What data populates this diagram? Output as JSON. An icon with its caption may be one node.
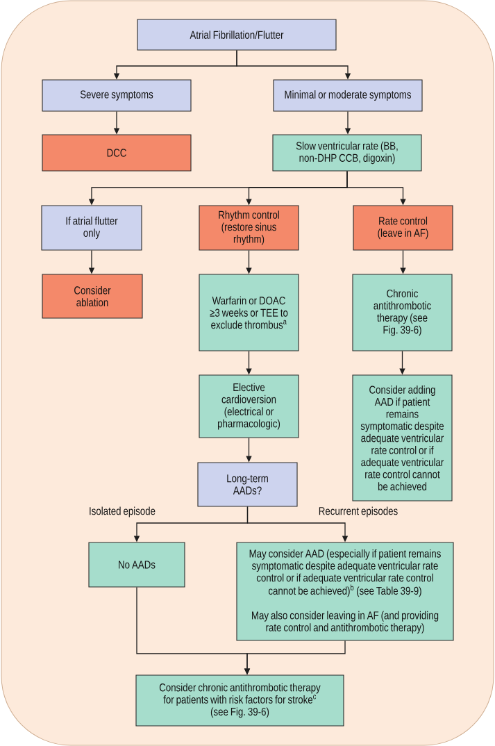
{
  "diagram": {
    "nodes": [
      {
        "text": [
          "Atrial Fibrillation/Flutter"
        ]
      },
      {
        "text": [
          "Severe symptoms"
        ]
      },
      {
        "text": [
          "Minimal or moderate symptoms"
        ]
      },
      {
        "text": [
          "DCC"
        ]
      },
      {
        "text": [
          "Slow ventricular rate (BB, non-DHP CCB, digoxin)"
        ]
      },
      {
        "text": [
          "If atrial flutter only"
        ]
      },
      {
        "text": [
          "Rhythm control (restore sinus rhythm)"
        ]
      },
      {
        "text": [
          "Rate control (leave in AF)"
        ]
      },
      {
        "text": [
          "Consider ablation"
        ]
      },
      {
        "text": [
          "Warfarin or DOAC ≥3 weeks or TEE to exclude thrombus$^{a}$"
        ]
      },
      {
        "text": [
          "Chronic antithrombotic therapy (see Fig. 39-6)"
        ]
      },
      {
        "text": [
          "Elective cardioversion (electrical or pharmacologic)"
        ]
      },
      {
        "text": [
          "Consider adding AAD if patient remains symptomatic despite adequate ventricular rate control or if adequate ventricular rate control cannot be achieved"
        ]
      },
      {
        "text": [
          "Long-term AADs?"
        ]
      },
      {
        "text": [
          "No AADs"
        ]
      },
      {
        "text": [
          "May consider AAD (especially if patient remains symptomatic despite adequate ventricular rate control or if adequate ventricular rate control cannot be achieved)$^{b}$ (see Table 39-9)",
          "May also consider leaving in AF (and providing rate control and antithrombotic therapy)"
        ]
      },
      {
        "text": [
          "Consider chronic antithrombotic therapy for patients with risk factors for stroke$^{c}$ (see Fig. 39-6)"
        ]
      }
    ],
    "edges": [
      {
        "from": 0,
        "to": 1,
        "arrow": "to"
      },
      {
        "from": 0,
        "to": 2,
        "arrow": "to"
      },
      {
        "from": 1,
        "to": 3,
        "arrow": "to"
      },
      {
        "from": 2,
        "to": 4,
        "arrow": "to"
      },
      {
        "from": 4,
        "to": 5,
        "arrow": "to"
      },
      {
        "from": 4,
        "to": 6,
        "arrow": "to"
      },
      {
        "from": 4,
        "to": 7,
        "arrow": "to"
      },
      {
        "from": 5,
        "to": 8,
        "arrow": "to"
      },
      {
        "from": 6,
        "to": 9,
        "arrow": "to"
      },
      {
        "from": 7,
        "to": 10,
        "arrow": "to"
      },
      {
        "from": 9,
        "to": 11,
        "arrow": "to"
      },
      {
        "from": 10,
        "to": 12,
        "arrow": "to"
      },
      {
        "from": 11,
        "to": 13,
        "arrow": "to"
      },
      {
        "from": 13,
        "to": 14,
        "arrow": "to",
        "label": "Isolated episode"
      },
      {
        "from": 13,
        "to": 15,
        "arrow": "to",
        "label": "Recurrent episodes"
      },
      {
        "from": 14,
        "to": 16,
        "arrow": "to"
      },
      {
        "from": 15,
        "to": 16,
        "arrow": "to"
      }
    ]
  }
}
